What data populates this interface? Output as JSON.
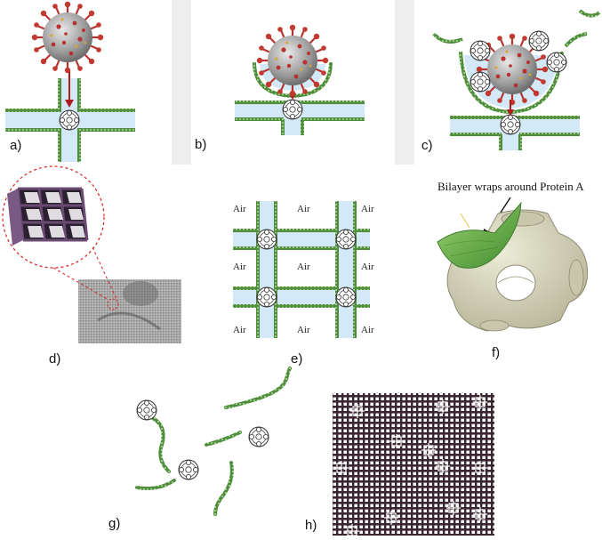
{
  "panels": [
    {
      "id": "a",
      "label": "a)"
    },
    {
      "id": "b",
      "label": "b)"
    },
    {
      "id": "c",
      "label": "c)"
    },
    {
      "id": "d",
      "label": "d)"
    },
    {
      "id": "e",
      "label": "e)"
    },
    {
      "id": "f",
      "label": "f)"
    },
    {
      "id": "g",
      "label": "g)"
    },
    {
      "id": "h",
      "label": "h)"
    }
  ],
  "panel_e": {
    "air_label": "Air"
  },
  "panel_f": {
    "annotation": "Bilayer wraps around Protein A"
  },
  "colors": {
    "membrane_green": "#5f9a4c",
    "channel_blue": "#d4e9f7",
    "virus_red": "#b8332f",
    "arrow_red": "#b01c1c",
    "lattice_dark": "#3a2630",
    "protein_beige": "#d8d6bd"
  }
}
